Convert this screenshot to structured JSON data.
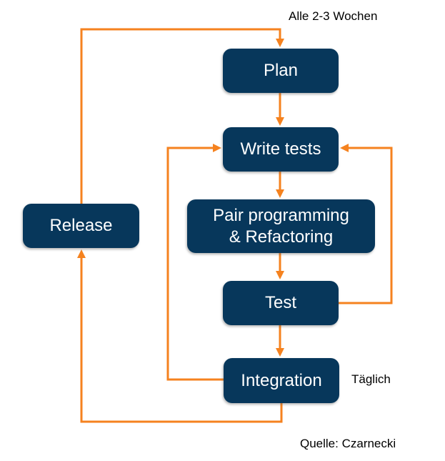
{
  "diagram": {
    "nodes": {
      "plan": "Plan",
      "write_tests": "Write tests",
      "pair_programming": "Pair programming\n& Refactoring",
      "test": "Test",
      "integration": "Integration",
      "release": "Release"
    },
    "annotations": {
      "cycle_note": "Alle 2-3 Wochen",
      "daily_note": "Täglich",
      "source": "Quelle: Czarnecki"
    },
    "colors": {
      "node_fill": "#07375B",
      "node_text": "#FFFFFF",
      "arrow": "#F5821F",
      "annotation_text": "#000000"
    }
  }
}
